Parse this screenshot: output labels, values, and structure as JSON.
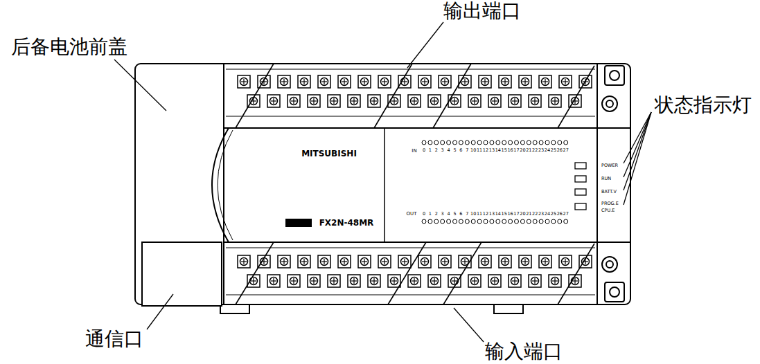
{
  "diagram": {
    "labels": [
      "后备电池前盖",
      "输出端口",
      "状态指示灯",
      "通信口",
      "输入端口",
      "MITSUBISHI",
      "FX2N-48MR",
      "IN",
      "0",
      "1",
      "2",
      "3",
      "4",
      "5",
      "6",
      "7",
      "10",
      "11",
      "12",
      "13",
      "14",
      "15",
      "16",
      "17",
      "20",
      "21",
      "22",
      "23",
      "24",
      "25",
      "26",
      "27",
      "OUT",
      "0",
      "1",
      "2",
      "3",
      "4",
      "5",
      "6",
      "7",
      "10",
      "11",
      "12",
      "13",
      "14",
      "15",
      "16",
      "17",
      "20",
      "21",
      "22",
      "23",
      "24",
      "25",
      "26",
      "27",
      "POWER",
      "RUN",
      "BATT.V",
      "PROG.E",
      "CPU.E"
    ]
  }
}
